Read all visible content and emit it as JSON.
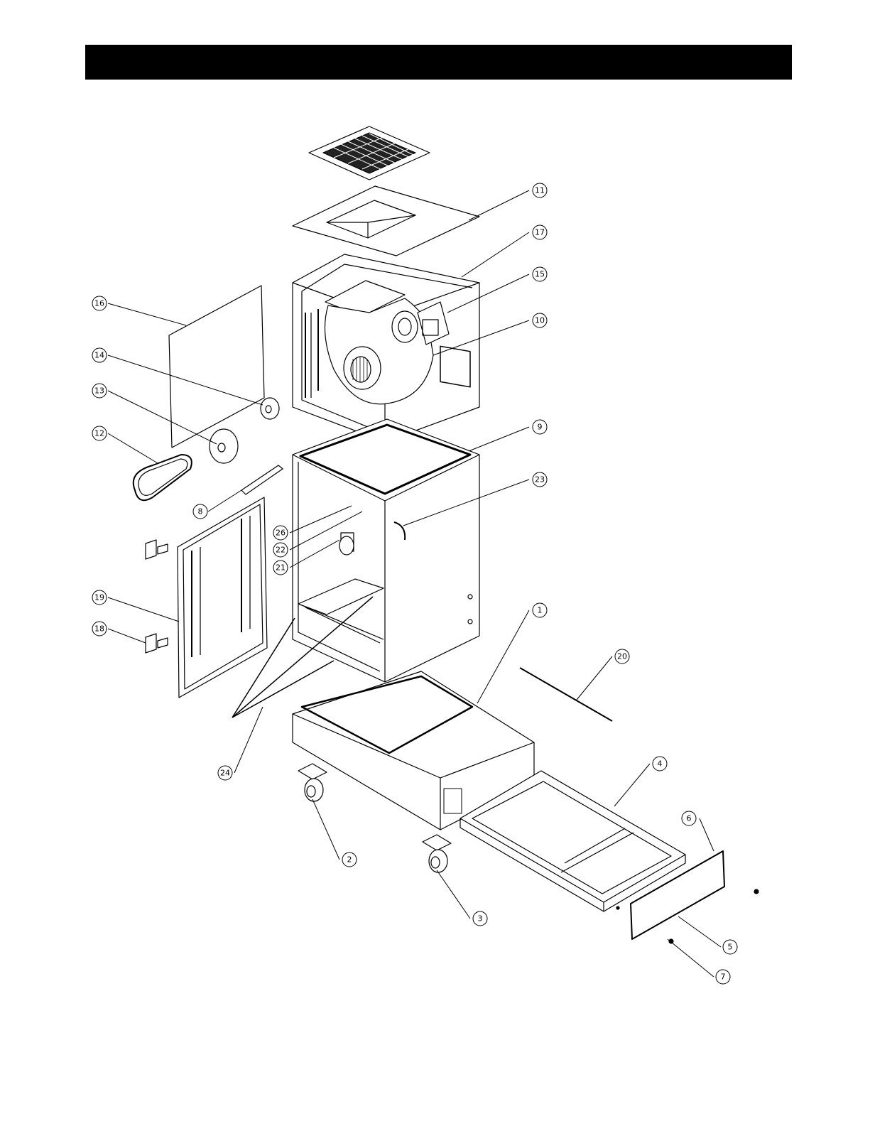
{
  "header": {
    "color": "#000000"
  },
  "callouts": [
    {
      "id": "11",
      "label": "11"
    },
    {
      "id": "17",
      "label": "17"
    },
    {
      "id": "15",
      "label": "15"
    },
    {
      "id": "10",
      "label": "10"
    },
    {
      "id": "16",
      "label": "16"
    },
    {
      "id": "14",
      "label": "14"
    },
    {
      "id": "13",
      "label": "13"
    },
    {
      "id": "12",
      "label": "12"
    },
    {
      "id": "9",
      "label": "9"
    },
    {
      "id": "23",
      "label": "23"
    },
    {
      "id": "8",
      "label": "8"
    },
    {
      "id": "26",
      "label": "26"
    },
    {
      "id": "22",
      "label": "22"
    },
    {
      "id": "21",
      "label": "21"
    },
    {
      "id": "19",
      "label": "19"
    },
    {
      "id": "18",
      "label": "18"
    },
    {
      "id": "1",
      "label": "1"
    },
    {
      "id": "20",
      "label": "20"
    },
    {
      "id": "24",
      "label": "24"
    },
    {
      "id": "4",
      "label": "4"
    },
    {
      "id": "6",
      "label": "6"
    },
    {
      "id": "2",
      "label": "2"
    },
    {
      "id": "3",
      "label": "3"
    },
    {
      "id": "5",
      "label": "5"
    },
    {
      "id": "7",
      "label": "7"
    }
  ]
}
